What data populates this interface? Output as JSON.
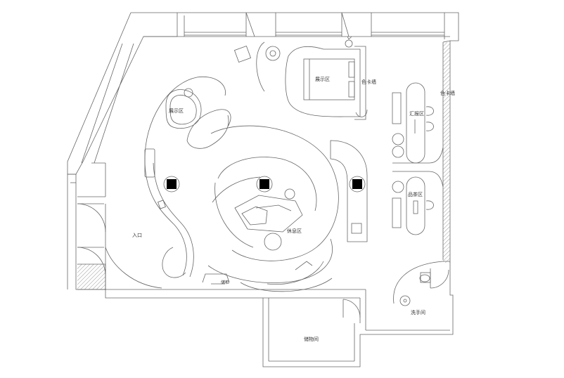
{
  "labels": {
    "display_area_bed": "展示区",
    "color_card_wall_top": "色卡墙",
    "color_card_wall_right": "色卡墙",
    "display_area_bath": "展示区",
    "report_area": "汇报区",
    "tea_area": "品茶区",
    "entrance": "入口",
    "lounge_area": "休息区",
    "cabinet": "储柜",
    "storage_room": "储物间",
    "washroom": "洗手间"
  },
  "colors": {
    "line": "#555555",
    "wall": "#777777",
    "column": "#000000",
    "hatch": "#9a9a9a"
  },
  "icons": [
    "column-icon",
    "bathtub-icon",
    "bed-icon",
    "armchair-icon",
    "toilet-icon",
    "washbasin-icon",
    "plant-icon"
  ]
}
